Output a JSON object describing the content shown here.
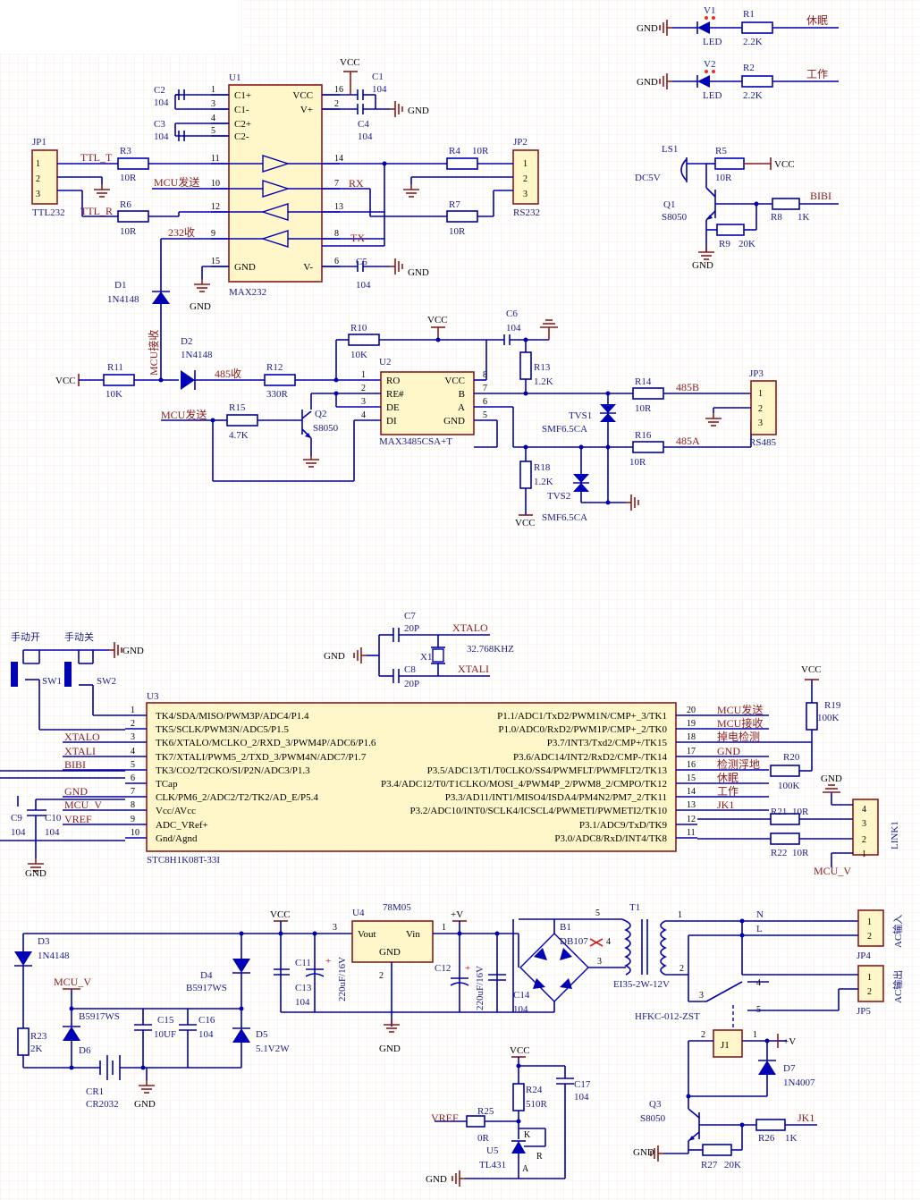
{
  "sheet": "",
  "gnd": "GND",
  "vcc": "VCC",
  "vplus": "+V",
  "mcu_v": "MCU_V",
  "vref": "VREF",
  "led_block": {
    "v1": "V1",
    "v1_type": "LED",
    "r1": "R1",
    "r1_val": "2.2K",
    "sig1": "休眠",
    "v2": "V2",
    "v2_type": "LED",
    "r2": "R2",
    "r2_val": "2.2K",
    "sig2": "工作"
  },
  "buzzer": {
    "ls1": "LS1",
    "ls1_val": "DC5V",
    "r5": "R5",
    "r5_val": "10R",
    "q1": "Q1",
    "q1_val": "S8050",
    "r8": "R8",
    "r8_val": "1K",
    "r9": "R9",
    "r9_val": "20K",
    "sig": "BIBI"
  },
  "max232": {
    "ref": "U1",
    "name": "MAX232",
    "left_pins": [
      {
        "n": "1",
        "t": "C1+"
      },
      {
        "n": "3",
        "t": "C1-"
      },
      {
        "n": "4",
        "t": "C2+"
      },
      {
        "n": "5",
        "t": "C2-"
      },
      {
        "n": "11",
        "t": ""
      },
      {
        "n": "10",
        "t": ""
      },
      {
        "n": "12",
        "t": ""
      },
      {
        "n": "9",
        "t": ""
      },
      {
        "n": "15",
        "t": "GND"
      }
    ],
    "right_pins": [
      {
        "n": "16",
        "t": "VCC"
      },
      {
        "n": "2",
        "t": "V+"
      },
      {
        "n": "14",
        "t": ""
      },
      {
        "n": "7",
        "t": ""
      },
      {
        "n": "13",
        "t": ""
      },
      {
        "n": "8",
        "t": ""
      },
      {
        "n": "6",
        "t": "V-"
      }
    ],
    "c1": "C1",
    "c1_val": "104",
    "c2": "C2",
    "c2_val": "104",
    "c3": "C3",
    "c3_val": "104",
    "c4": "C4",
    "c4_val": "104",
    "c5": "C5",
    "c5_val": "104",
    "jp1": "JP1",
    "jp1_name": "TTL232",
    "jp2": "JP2",
    "jp2_name": "RS232",
    "r3": "R3",
    "r3_val": "10R",
    "r6": "R6",
    "r6_val": "10R",
    "r4": "R4",
    "r4_val": "10R",
    "r7": "R7",
    "r7_val": "10R",
    "ttl_t": "TTL_T",
    "ttl_r": "TTL_R",
    "mcu_tx": "MCU发送",
    "rx": "RX",
    "tx": "TX",
    "rx232": "232收"
  },
  "rs485": {
    "ref": "U2",
    "name": "MAX3485CSA+T",
    "pins_left": [
      {
        "n": "1",
        "t": "RO"
      },
      {
        "n": "2",
        "t": "RE#"
      },
      {
        "n": "3",
        "t": "DE"
      },
      {
        "n": "4",
        "t": "DI"
      }
    ],
    "pins_right": [
      {
        "n": "8",
        "t": "VCC"
      },
      {
        "n": "7",
        "t": "B"
      },
      {
        "n": "6",
        "t": "A"
      },
      {
        "n": "5",
        "t": "GND"
      }
    ],
    "d1": "D1",
    "d1_val": "1N4148",
    "d2": "D2",
    "d2_val": "1N4148",
    "r10": "R10",
    "r10_val": "10K",
    "r11": "R11",
    "r11_val": "10K",
    "r12": "R12",
    "r12_val": "330R",
    "r13": "R13",
    "r13_val": "1.2K",
    "r14": "R14",
    "r14_val": "10R",
    "r15": "R15",
    "r15_val": "4.7K",
    "r16": "R16",
    "r16_val": "10R",
    "r18": "R18",
    "r18_val": "1.2K",
    "c6": "C6",
    "c6_val": "104",
    "q2": "Q2",
    "q2_val": "S8050",
    "tvs1": "TVS1",
    "tvs1_val": "SMF6.5CA",
    "tvs2": "TVS2",
    "tvs2_val": "SMF6.5CA",
    "jp3": "JP3",
    "jp3_name": "RS485",
    "mcu_rx": "MCU接收",
    "mcu_tx": "MCU发送",
    "rx485": "485收",
    "b485": "485B",
    "a485": "485A"
  },
  "mcu": {
    "ref": "U3",
    "name": "STC8H1K08T-33I",
    "left_pins": [
      {
        "n": "1",
        "t": "TK4/SDA/MISO/PWM3P/ADC4/P1.4",
        "net": ""
      },
      {
        "n": "2",
        "t": "TK5/SCLK/PWM3N/ADC5/P1.5",
        "net": ""
      },
      {
        "n": "3",
        "t": "TK6/XTALO/MCLKO_2/RXD_3/PWM4P/ADC6/P1.6",
        "net": "XTALO"
      },
      {
        "n": "4",
        "t": "TK7/XTALI/PWM5_2/TXD_3/PWM4N/ADC7/P1.7",
        "net": "XTALI"
      },
      {
        "n": "5",
        "t": "TK3/CO2/T2CKO/SI/P2N/ADC3/P1.3",
        "net": "BIBI"
      },
      {
        "n": "6",
        "t": "TCap",
        "net": ""
      },
      {
        "n": "7",
        "t": "CLK/PM6_2/ADC2/T2/TK2/AD_E/P5.4",
        "net": "GND"
      },
      {
        "n": "8",
        "t": "Vcc/AVcc",
        "net": "MCU_V"
      },
      {
        "n": "9",
        "t": "ADC_VRef+",
        "net": "VREF"
      },
      {
        "n": "10",
        "t": "Gnd/Agnd",
        "net": ""
      }
    ],
    "right_pins": [
      {
        "n": "20",
        "t": "P1.1/ADC1/TxD2/PWM1N/CMP+_3/TK1",
        "net": "MCU发送"
      },
      {
        "n": "19",
        "t": "P1.0/ADC0/RxD2/PWM1P/CMP+_2/TK0",
        "net": "MCU接收"
      },
      {
        "n": "18",
        "t": "P3.7/INT3/Txd2/CMP+/TK15",
        "net": "掉电检测"
      },
      {
        "n": "17",
        "t": "P3.6/ADC14/INT2/RxD2/CMP-/TK14",
        "net": "GND"
      },
      {
        "n": "16",
        "t": "P3.5/ADC13/T1/T0CLKO/SS4/PWMFLT/PWMFLT2/TK13",
        "net": "检测浮地"
      },
      {
        "n": "15",
        "t": "P3.4/ADC12/T0/T1CLKO/MOSI_4/PWM4P_2/PWM8_2/CMPO/TK12",
        "net": "休眠"
      },
      {
        "n": "14",
        "t": "P3.3/AD11/INT1/MISO4/ISDA4/PM4N2/PM7_2/TK11",
        "net": "工作"
      },
      {
        "n": "13",
        "t": "P3.2/ADC10/INT0/SCLK4/ICSCL4/PWMETI/PWMETI2/TK10",
        "net": "JK1"
      },
      {
        "n": "12",
        "t": "P3.1/ADC9/TxD/TK9",
        "net": ""
      },
      {
        "n": "11",
        "t": "P3.0/ADC8/RxD/INT4/TK8",
        "net": ""
      }
    ],
    "sw1_lbl": "手动开",
    "sw2_lbl": "手动关",
    "sw1": "SW1",
    "sw2": "SW2",
    "c7": "C7",
    "c7_val": "20P",
    "c8": "C8",
    "c8_val": "20P",
    "x1": "X1",
    "x1_val": "32.768KHZ",
    "xtalo": "XTALO",
    "xtali": "XTALI",
    "c9": "C9",
    "c9_val": "104",
    "c10": "C10",
    "c10_val": "104",
    "r19": "R19",
    "r19_val": "100K",
    "r20": "R20",
    "r20_val": "100K",
    "r21": "R21",
    "r21_val": "10R",
    "r22": "R22",
    "r22_val": "10R",
    "link": "LINK1",
    "link_pins": [
      "4",
      "3",
      "2",
      "1"
    ]
  },
  "power": {
    "d3": "D3",
    "d3_val": "1N4148",
    "d4": "D4",
    "d4_val": "B5917WS",
    "d5": "D5",
    "d5_val": "5.1V2W",
    "d6": "D6",
    "d6_val": "B5917WS",
    "r23": "R23",
    "r23_val": "2K",
    "c15": "C15",
    "c15_val": "10UF",
    "c16": "C16",
    "c16_val": "104",
    "cr1": "CR1",
    "cr1_val": "CR2032",
    "c11": "C11",
    "c11_val": "220uF/16V",
    "c13": "C13",
    "c13_val": "104",
    "u4": "U4",
    "u4_name": "78M05",
    "vout": "Vout",
    "vin": "Vin",
    "u4_gnd": "GND",
    "u4_p1": "1",
    "u4_p2": "2",
    "u4_p3": "3",
    "c12": "C12",
    "c12_val": "220uF/16V",
    "c14": "C14",
    "c14_val": "104",
    "b1": "B1",
    "b1_val": "DB107",
    "t1": "T1",
    "t1_val": "EI35-2W-12V",
    "jp4": "JP4",
    "jp4_name": "AC输入",
    "jp5": "JP5",
    "jp5_name": "AC输出",
    "n": "N",
    "l": "L",
    "relay": "HFKC-012-ZST",
    "j1": "J1",
    "d7": "D7",
    "d7_val": "1N4007",
    "q3": "Q3",
    "q3_val": "S8050",
    "r26": "R26",
    "r26_val": "1K",
    "r27": "R27",
    "r27_val": "20K",
    "jk1": "JK1",
    "r24": "R24",
    "r24_val": "510R",
    "r25": "R25",
    "r25_val": "0R",
    "u5": "U5",
    "u5_val": "TL431",
    "c17": "C17",
    "c17_val": "104"
  }
}
